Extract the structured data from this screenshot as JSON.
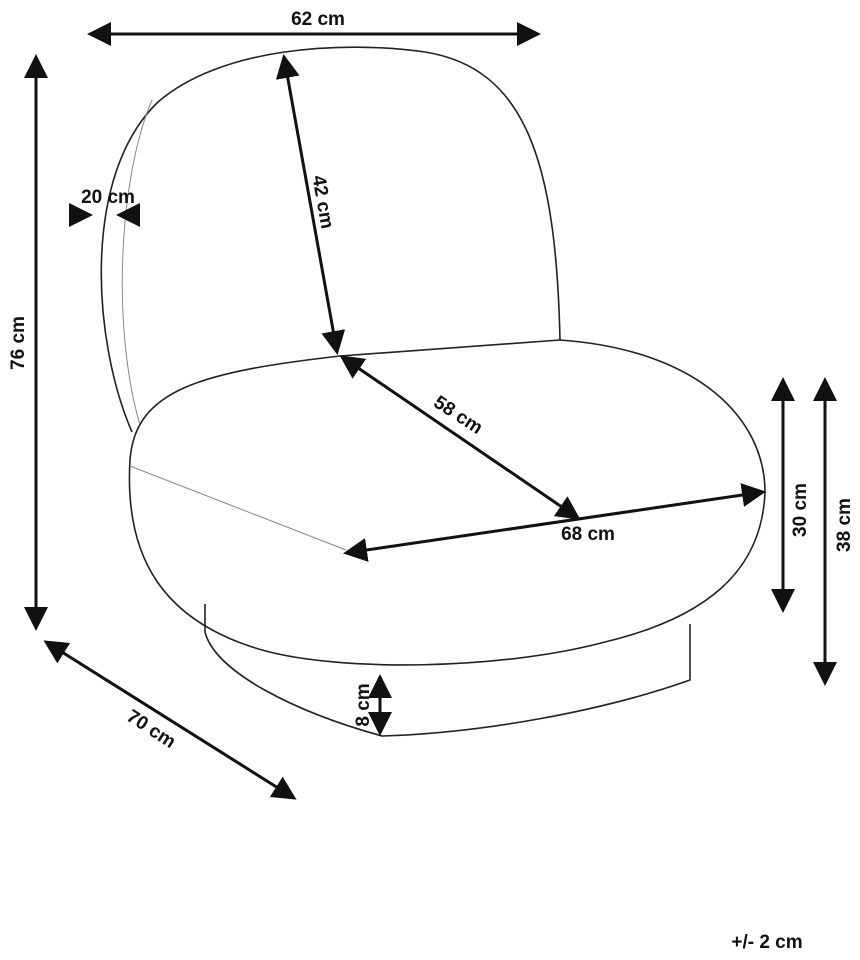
{
  "dimensions": {
    "total_width": "62 cm",
    "total_height": "76 cm",
    "backrest_thickness": "20 cm",
    "backrest_height": "42 cm",
    "seat_depth": "58 cm",
    "seat_width": "68 cm",
    "seat_cushion_height": "30 cm",
    "seat_height": "38 cm",
    "base_height": "8 cm",
    "total_depth": "70 cm"
  },
  "tolerance": "+/- 2 cm",
  "colors": {
    "line": "#111111",
    "background": "#ffffff"
  }
}
